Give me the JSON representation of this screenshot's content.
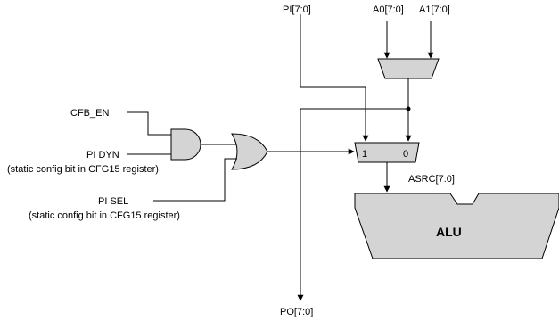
{
  "labels": {
    "pi_top": "PI[7:0]",
    "a0": "A0[7:0]",
    "a1": "A1[7:0]",
    "cfb_en": "CFB_EN",
    "pi_dyn": "PI DYN",
    "pi_dyn_note": "(static config bit in CFG15 register)",
    "pi_sel": "PI SEL",
    "pi_sel_note": "(static config bit in CFG15 register)",
    "mux_in_1": "1",
    "mux_in_0": "0",
    "asrc": "ASRC[7:0]",
    "alu": "ALU",
    "po": "PO[7:0]"
  },
  "colors": {
    "fill": "#d4d4d4",
    "stroke": "#000000"
  }
}
